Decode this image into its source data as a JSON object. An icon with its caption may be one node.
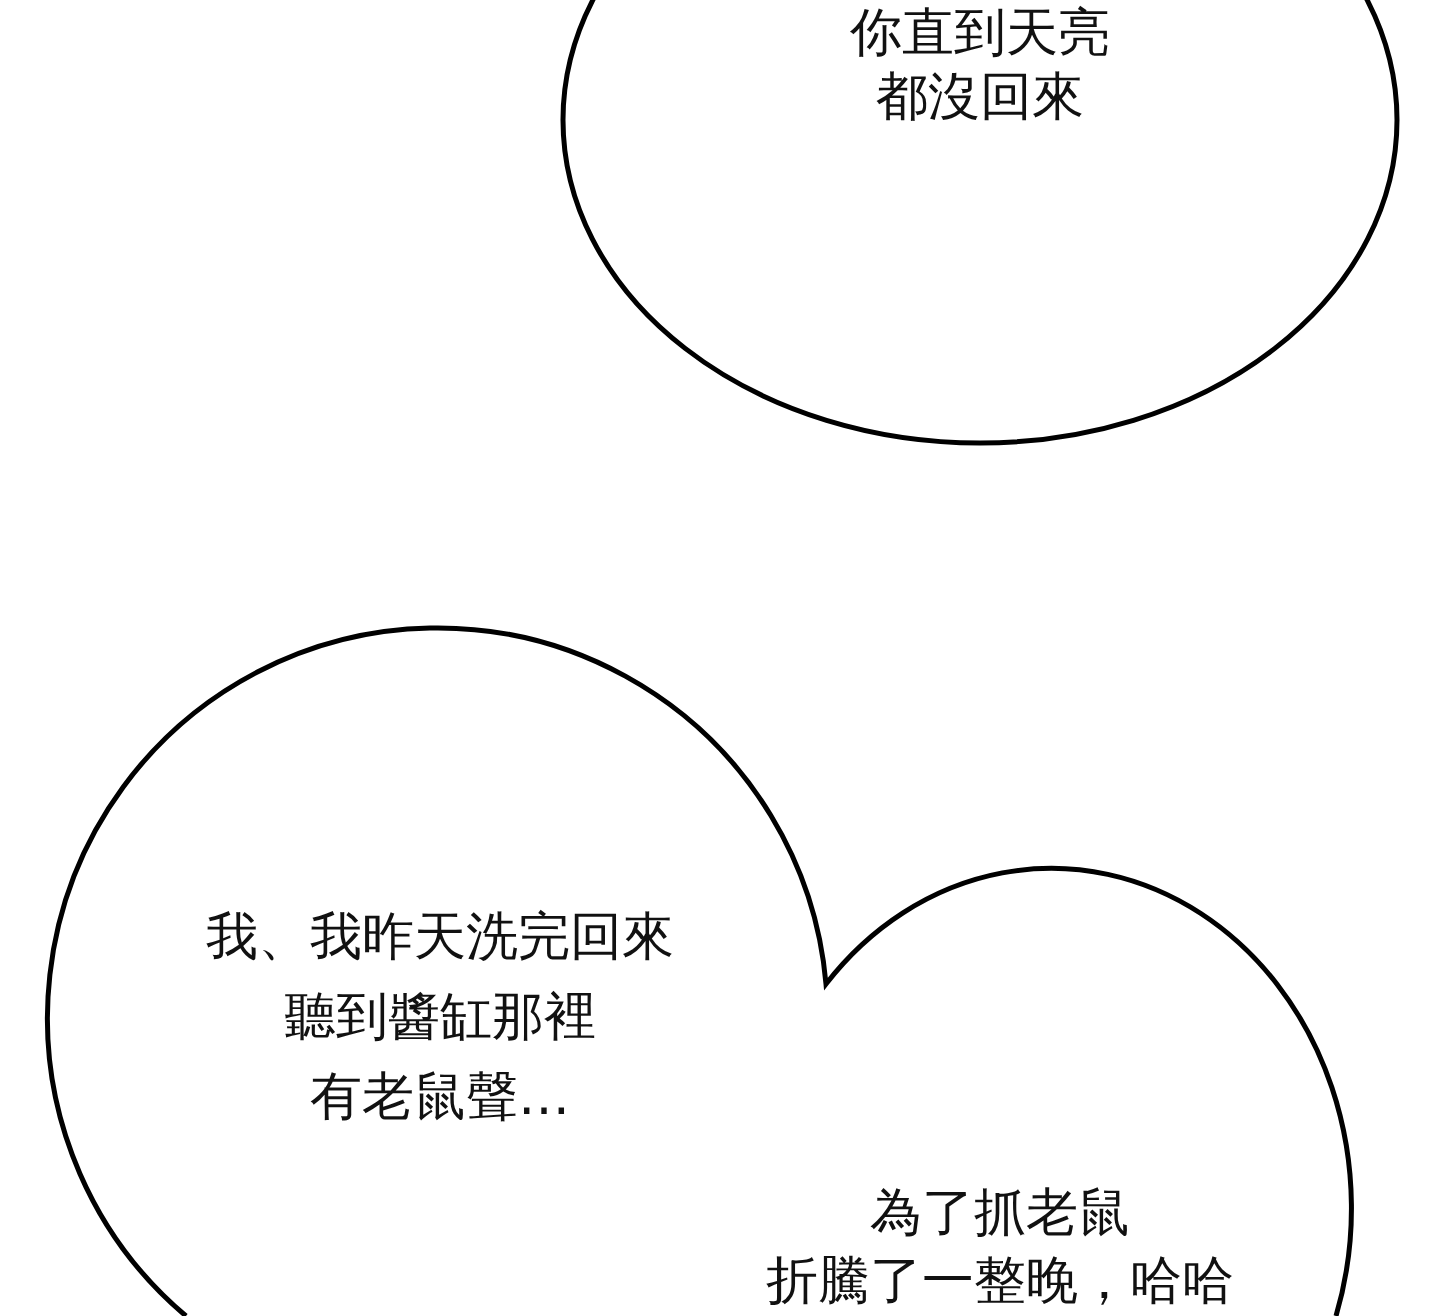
{
  "diagram": {
    "nodes": [
      {
        "text": [
          "你直到天亮都沒回來"
        ]
      },
      {
        "text": [
          "我、我昨天洗完回來聽到醬缸那裡有老鼠聲…",
          "為了抓老鼠折騰了一整晚，哈哈"
        ]
      }
    ]
  }
}
